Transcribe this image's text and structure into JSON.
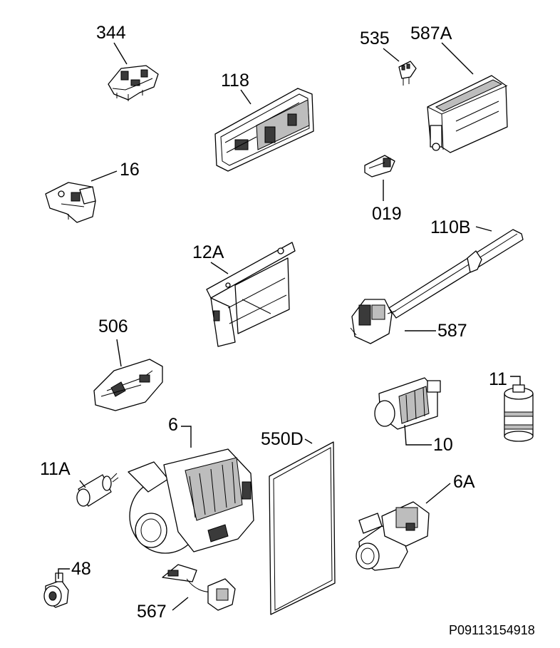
{
  "parts": [
    {
      "id": "344",
      "label": "344"
    },
    {
      "id": "118",
      "label": "118"
    },
    {
      "id": "535",
      "label": "535"
    },
    {
      "id": "587A",
      "label": "587A"
    },
    {
      "id": "16",
      "label": "16"
    },
    {
      "id": "019",
      "label": "019"
    },
    {
      "id": "110B",
      "label": "110B"
    },
    {
      "id": "587",
      "label": "587"
    },
    {
      "id": "12A",
      "label": "12A"
    },
    {
      "id": "506",
      "label": "506"
    },
    {
      "id": "11",
      "label": "11"
    },
    {
      "id": "10",
      "label": "10"
    },
    {
      "id": "6",
      "label": "6"
    },
    {
      "id": "550D",
      "label": "550D"
    },
    {
      "id": "11A",
      "label": "11A"
    },
    {
      "id": "6A",
      "label": "6A"
    },
    {
      "id": "48",
      "label": "48"
    },
    {
      "id": "567",
      "label": "567"
    }
  ],
  "drawing_code": "P09113154918"
}
